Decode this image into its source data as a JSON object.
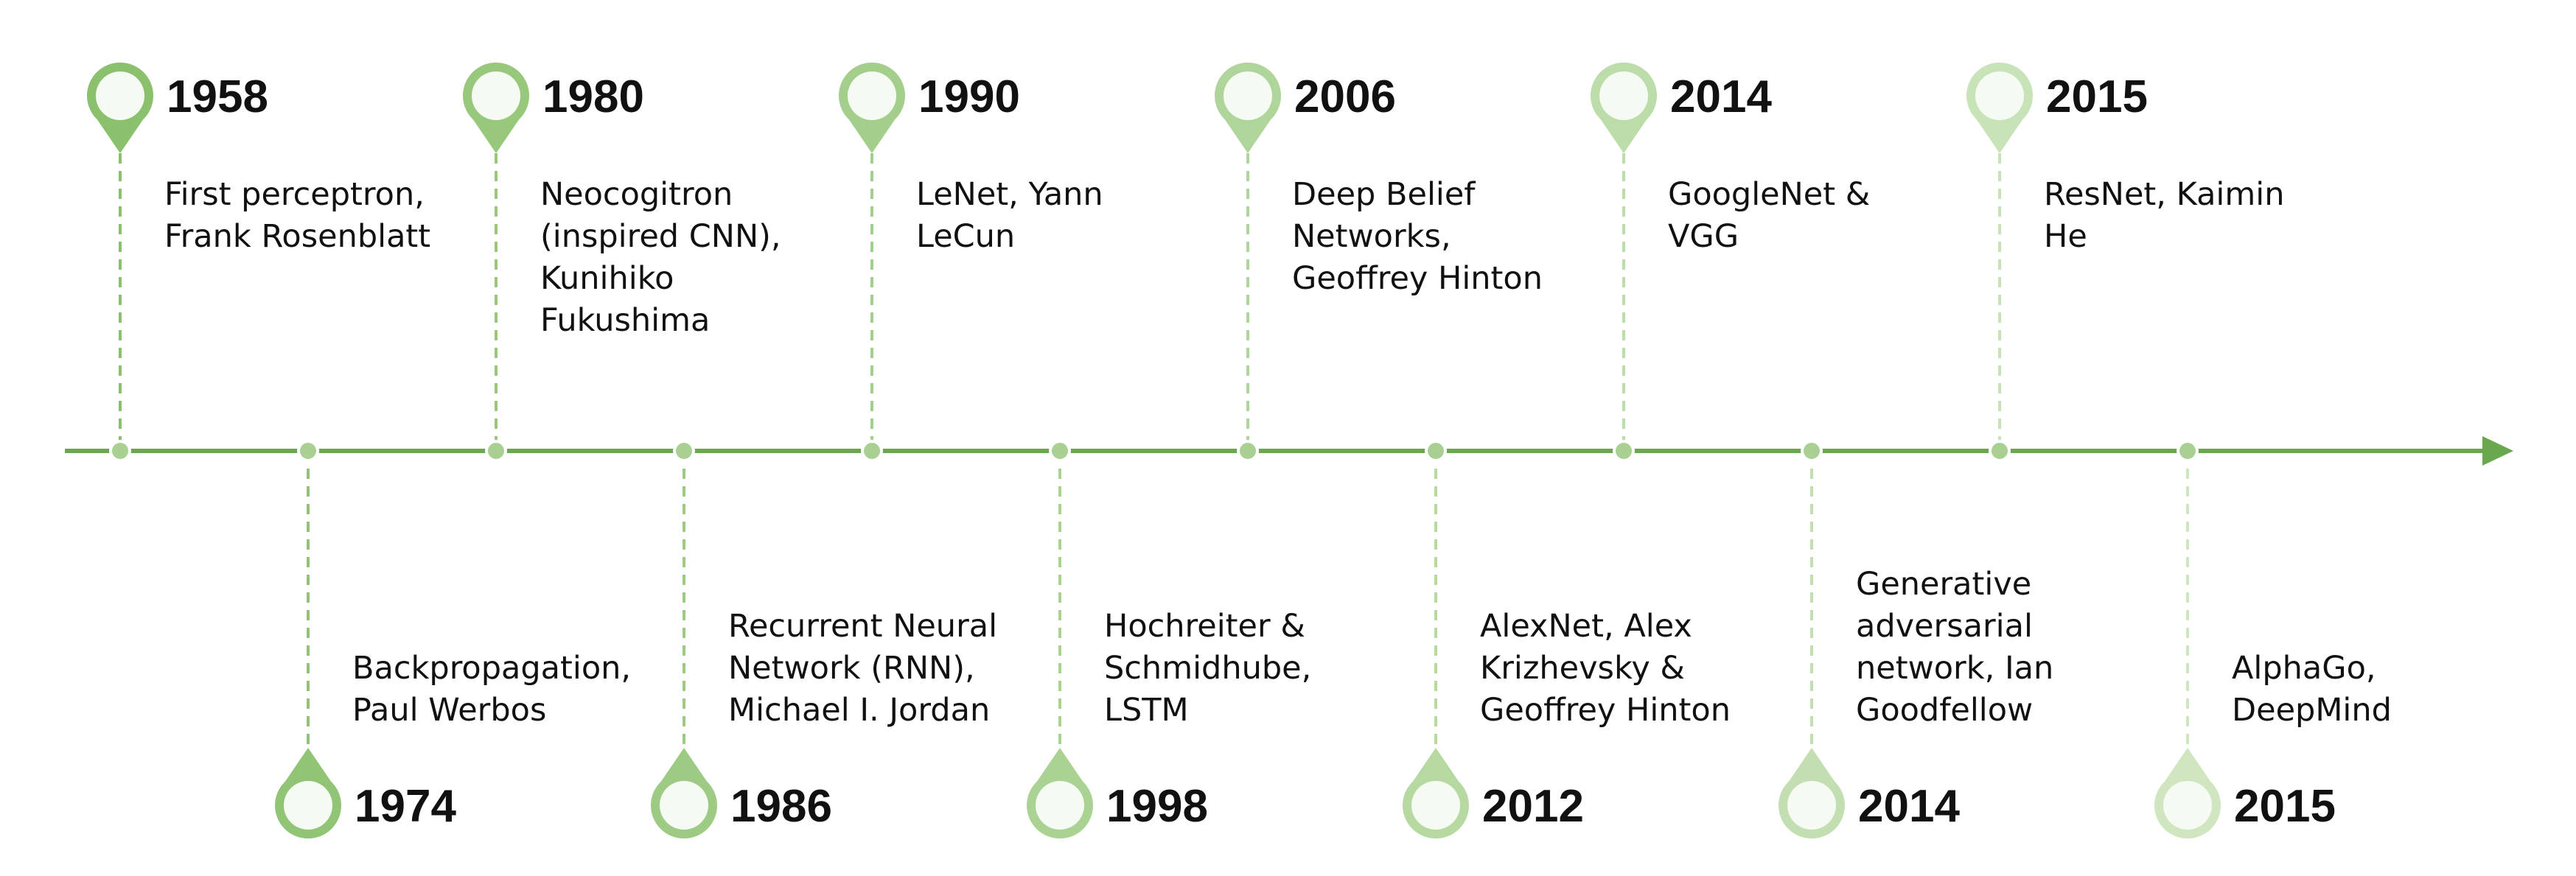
{
  "colors": {
    "axis": "#6aa84f",
    "marker_outer_start": "#8bc16d",
    "marker_outer_end": "#cfe6c0",
    "marker_inner": "#f5faf2",
    "dot_fill": "#a9cf92",
    "dot_stroke": "#ffffff"
  },
  "events": [
    {
      "year": "1958",
      "side": "top",
      "lines": [
        "First perceptron,",
        "Frank Rosenblatt"
      ]
    },
    {
      "year": "1974",
      "side": "bottom",
      "lines": [
        "Backpropagation,",
        "Paul Werbos"
      ]
    },
    {
      "year": "1980",
      "side": "top",
      "lines": [
        "Neocogitron",
        "(inspired CNN),",
        "Kunihiko",
        "Fukushima"
      ]
    },
    {
      "year": "1986",
      "side": "bottom",
      "lines": [
        "Recurrent Neural",
        "Network (RNN),",
        "Michael I. Jordan"
      ]
    },
    {
      "year": "1990",
      "side": "top",
      "lines": [
        "LeNet, Yann",
        "LeCun"
      ]
    },
    {
      "year": "1998",
      "side": "bottom",
      "lines": [
        "Hochreiter &",
        "Schmidhube,",
        "LSTM"
      ]
    },
    {
      "year": "2006",
      "side": "top",
      "lines": [
        "Deep Belief",
        "Networks,",
        "Geoffrey Hinton"
      ]
    },
    {
      "year": "2012",
      "side": "bottom",
      "lines": [
        "AlexNet, Alex",
        "Krizhevsky &",
        "Geoffrey Hinton"
      ]
    },
    {
      "year": "2014",
      "side": "top",
      "lines": [
        "GoogleNet &",
        "VGG"
      ]
    },
    {
      "year": "2014",
      "side": "bottom",
      "lines": [
        "Generative",
        "adversarial",
        "network, Ian",
        "Goodfellow"
      ]
    },
    {
      "year": "2015",
      "side": "top",
      "lines": [
        "ResNet, Kaimin",
        "He"
      ]
    },
    {
      "year": "2015",
      "side": "bottom",
      "lines": [
        "AlphaGo,",
        "DeepMind"
      ]
    }
  ]
}
